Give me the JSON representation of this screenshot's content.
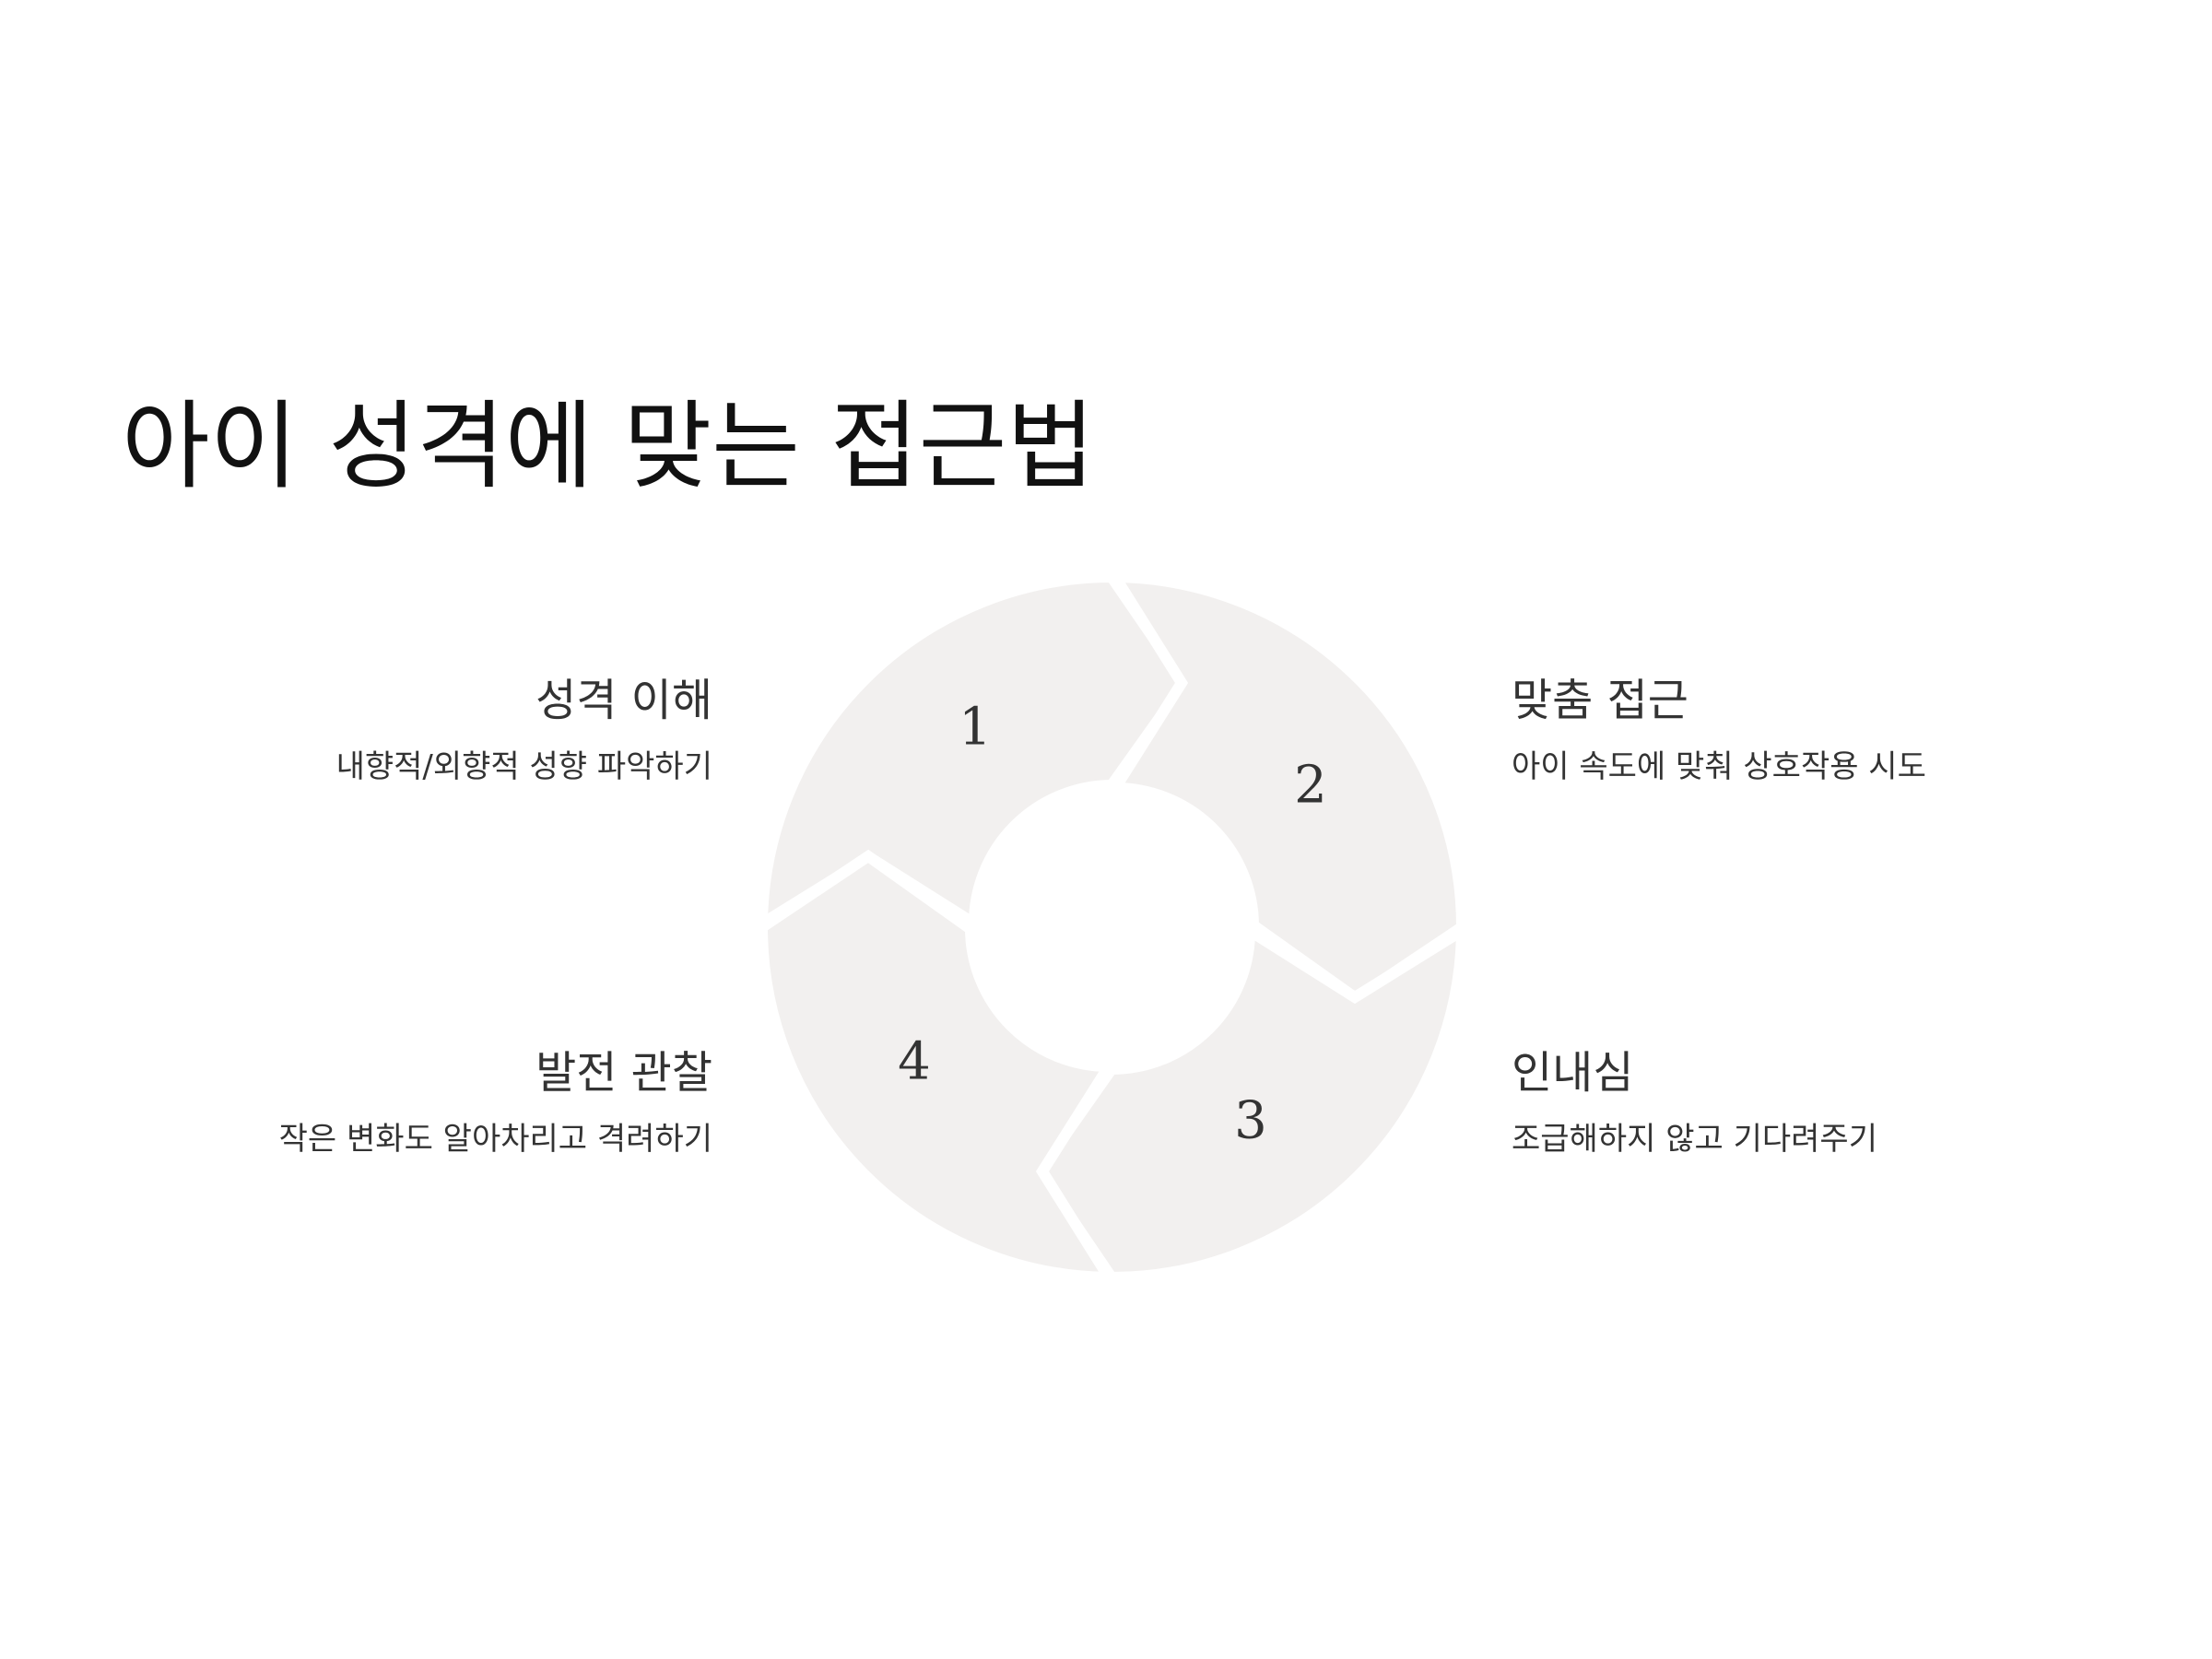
{
  "title": "아이 성격에 맞는 접근법",
  "colors": {
    "segment_fill": "#f2f0ef",
    "segment_gap": "#ffffff",
    "text": "#333333",
    "title": "#111111"
  },
  "steps": [
    {
      "number": "1",
      "title": "성격 이해",
      "description": "내향적/외향적 성향 파악하기"
    },
    {
      "number": "2",
      "title": "맞춤 접근",
      "description": "아이 속도에 맞춰 상호작용 시도"
    },
    {
      "number": "3",
      "title": "인내심",
      "description": "조급해하지 않고 기다려주기"
    },
    {
      "number": "4",
      "title": "발전 관찰",
      "description": "작은 변화도 알아차리고 격려하기"
    }
  ]
}
